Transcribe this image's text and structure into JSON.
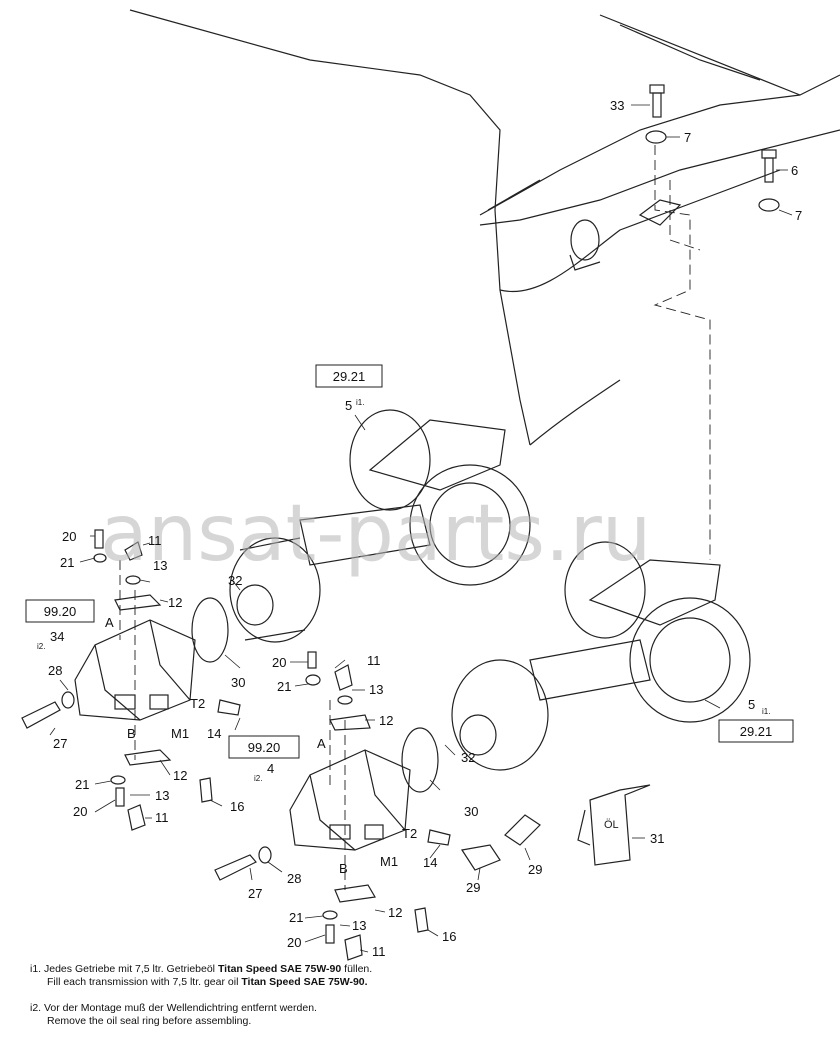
{
  "watermark": "ansat-parts.ru",
  "ref_boxes": {
    "axle_upper": "29.21",
    "axle_lower": "29.21",
    "gearbox_left": "99.20",
    "gearbox_right": "99.20"
  },
  "callouts": {
    "c33": "33",
    "c7a": "7",
    "c6": "6",
    "c7b": "7",
    "c5_upper": "5",
    "c5_upper_note": "i1.",
    "c5_lower": "5",
    "c5_lower_note": "i1.",
    "c20_l1": "20",
    "c21_l1": "21",
    "c11_l1": "11",
    "c13_l1": "13",
    "c12_l1": "12",
    "c34": "34",
    "c34_note": "i2.",
    "c28_l": "28",
    "c27_l": "27",
    "c32_l": "32",
    "c30_l": "30",
    "cT2_l": "T2",
    "c14_l": "14",
    "cM1_l": "M1",
    "cA_l": "A",
    "cB_l": "B",
    "c12_l2": "12",
    "c21_l2": "21",
    "c13_l2": "13",
    "c20_l2": "20",
    "c11_l2": "11",
    "c16_l": "16",
    "c20_r1": "20",
    "c11_r1": "11",
    "c21_r1": "21",
    "c13_r1": "13",
    "c12_r1": "12",
    "cA_r": "A",
    "c4": "4",
    "c4_note": "i2.",
    "c32_r": "32",
    "c30_r": "30",
    "cT2_r": "T2",
    "c14_r": "14",
    "cM1_r": "M1",
    "cB_r": "B",
    "c29a": "29",
    "c29b": "29",
    "c31": "31",
    "c27_r": "27",
    "c28_r": "28",
    "c12_r2": "12",
    "c21_r2": "21",
    "c13_r2": "13",
    "c20_r2": "20",
    "c11_r2": "11",
    "c16_r": "16"
  },
  "can_label": "ÖL",
  "notes": {
    "i1_de_prefix": "i1. Jedes Getriebe mit 7,5 ltr. Getriebeöl ",
    "i1_de_oil": "Titan Speed SAE 75W-90",
    "i1_de_suffix": " füllen.",
    "i1_en_prefix": "Fill each transmission with 7,5 ltr. gear oil ",
    "i1_en_oil": "Titan Speed SAE 75W-90.",
    "i2_de": "i2. Vor der Montage muß der Wellendichtring entfernt werden.",
    "i2_en": "Remove the oil seal ring before assembling."
  }
}
